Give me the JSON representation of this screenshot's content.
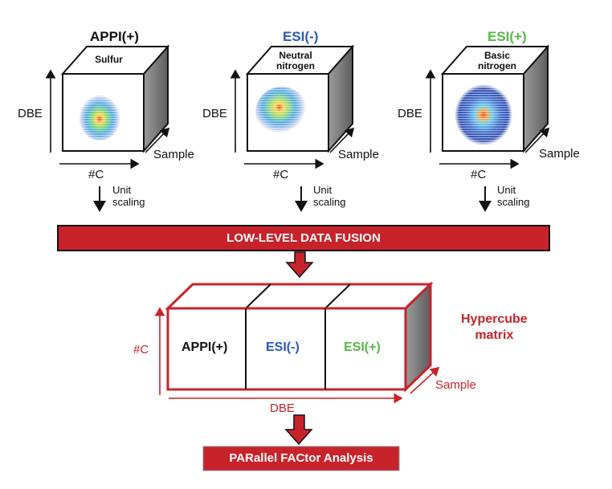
{
  "cubes": [
    {
      "title": "APPI(+)",
      "face_line1": "Sulfur",
      "face_line2": "",
      "title_color": "#111111"
    },
    {
      "title": "ESI(-)",
      "face_line1": "Neutral",
      "face_line2": "nitrogen",
      "title_color": "#2a5bb8"
    },
    {
      "title": "ESI(+)",
      "face_line1": "Basic",
      "face_line2": "nitrogen",
      "title_color": "#57b947"
    }
  ],
  "axes": {
    "y": "DBE",
    "x": "#C",
    "z": "Sample"
  },
  "scaling": {
    "line1": "Unit",
    "line2": "scaling"
  },
  "fusion_banner": "LOW-LEVEL DATA FUSION",
  "hypercube": {
    "segments": [
      "APPI(+)",
      "ESI(-)",
      "ESI(+)"
    ],
    "label_line1": "Hypercube",
    "label_line2": "matrix",
    "y_axis": "#C",
    "x_axis": "DBE",
    "z_axis": "Sample"
  },
  "parafac_banner": "PARallel FACtor Analysis",
  "colors": {
    "accent_red": "#c8232b",
    "esi_neg_blue": "#2a5bb8",
    "esi_pos_green": "#57b947"
  }
}
